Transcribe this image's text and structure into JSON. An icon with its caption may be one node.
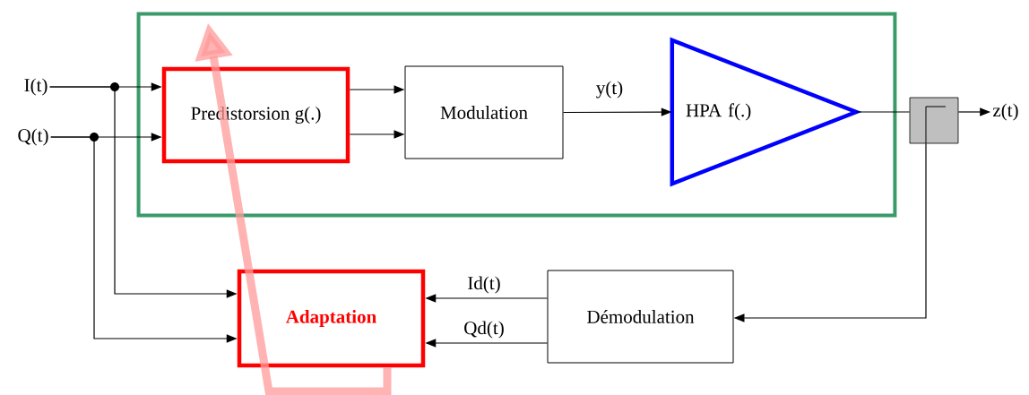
{
  "diagram": {
    "nodes": [
      {
        "text": [],
        "shape": "box"
      },
      {
        "text": [
          "I(t)"
        ]
      },
      {
        "text": [
          "Q(t)"
        ]
      },
      {
        "text": [
          "Predistorsion g(.)"
        ],
        "in": 0
      },
      {
        "text": [
          "Modulation"
        ],
        "in": 0
      },
      {
        "text": [
          "HPA f(.)"
        ],
        "in": 0
      },
      {
        "text": [],
        "shape": "box"
      },
      {
        "text": [
          "z(t)"
        ]
      },
      {
        "text": [
          "Adaptation"
        ]
      },
      {
        "text": [
          "Démodulation"
        ]
      }
    ],
    "edges": [
      {
        "from": 1,
        "to": 3,
        "arrow": "to"
      },
      {
        "from": 2,
        "to": 3,
        "arrow": "to"
      },
      {
        "from": 1,
        "to": 8,
        "arrow": "to"
      },
      {
        "from": 2,
        "to": 8,
        "arrow": "to"
      },
      {
        "from": 3,
        "to": 4,
        "arrow": "to"
      },
      {
        "from": 3,
        "to": 4,
        "arrow": "to"
      },
      {
        "from": 4,
        "to": 5,
        "arrow": "to",
        "label": "y(t)"
      },
      {
        "from": 5,
        "to": 6,
        "arrow": "none"
      },
      {
        "from": 6,
        "to": 7,
        "arrow": "to"
      },
      {
        "from": 6,
        "to": 9,
        "arrow": "to"
      },
      {
        "from": 9,
        "to": 8,
        "arrow": "to",
        "label": "Id(t)"
      },
      {
        "from": 9,
        "to": 8,
        "arrow": "to",
        "label": "Qd(t)"
      },
      {
        "from": 8,
        "to": 3,
        "arrow": "to",
        "style": "thick",
        "color": "#ff9999"
      }
    ]
  }
}
